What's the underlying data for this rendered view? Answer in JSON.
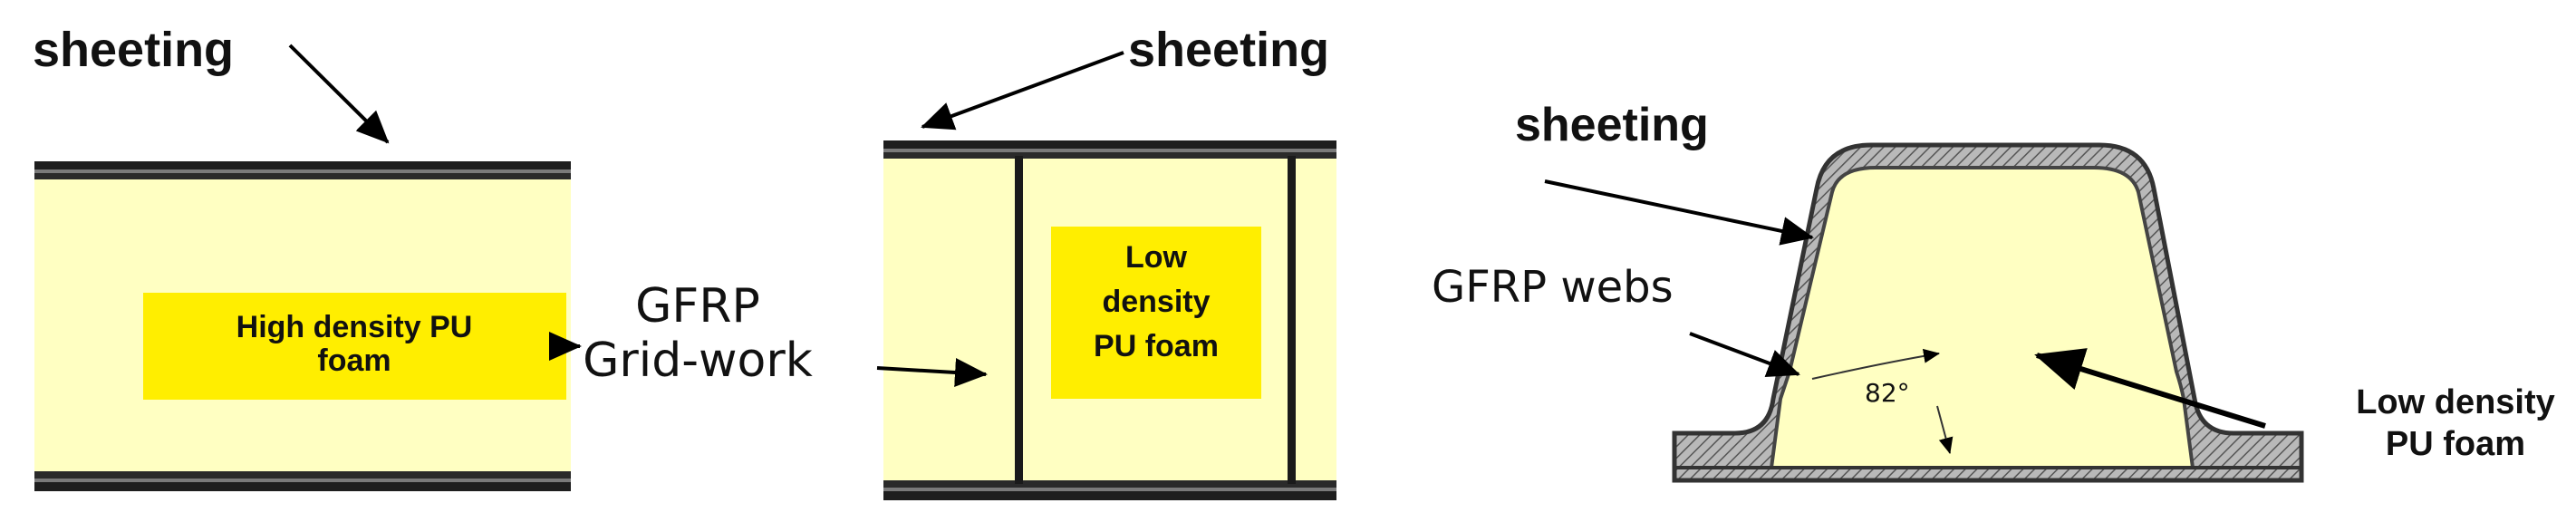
{
  "panel_a": {
    "sheeting_label": "sheeting",
    "core_label_line1": "High density PU",
    "core_label_line2": "foam"
  },
  "panel_b": {
    "sheeting_label": "sheeting",
    "grid_label_line1": "GFRP",
    "grid_label_line2": "Grid-work",
    "core_label_line1": "Low",
    "core_label_line2": "density",
    "core_label_line3": "PU foam"
  },
  "panel_c": {
    "sheeting_label": "sheeting",
    "webs_label": "GFRP webs",
    "angle_label": "82°",
    "foam_label_line1": "Low density",
    "foam_label_line2": "PU foam"
  },
  "colors": {
    "foam_fill": "#ffffc2",
    "label_box": "#ffee00",
    "sheet_dark": "#222222",
    "sheet_mid": "#6b6b6b",
    "hatch_fill": "#a9a9a9"
  }
}
